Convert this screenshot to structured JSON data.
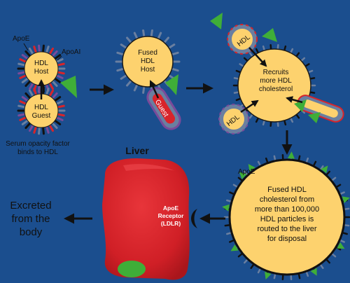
{
  "labels": {
    "apoe_left": "ApoE",
    "apoai": "ApoAI",
    "hdl_host_line1": "HDL",
    "hdl_host_line2": "Host",
    "hdl_guest_line1": "HDL",
    "hdl_guest_line2": "Guest",
    "sof_line1": "Serum opacity factor",
    "sof_line2": "binds to HDL",
    "fused_line1": "Fused",
    "fused_line2": "HDL",
    "fused_line3": "Host",
    "guest_tag": "Guest",
    "hdl_top": "HDL",
    "hdl_bottom": "HDL",
    "recruits_line1": "Recruits",
    "recruits_line2": "more HDL",
    "recruits_line3": "cholesterol",
    "apoe_right": "ApoE",
    "big_line1": "Fused HDL",
    "big_line2": "cholesterol from",
    "big_line3": "more than 100,000",
    "big_line4": "HDL particles is",
    "big_line5": "routed to the liver",
    "big_line6": "for disposal",
    "liver_title": "Liver",
    "receptor_line1": "ApoE",
    "receptor_line2": "Receptor",
    "receptor_line3": "(LDLR)",
    "excreted_line1": "Excreted",
    "excreted_line2": "from the",
    "excreted_line3": "body"
  },
  "colors": {
    "background": "#1b4e8e",
    "particle_fill": "#fdd26e",
    "spike_gray": "#6a7fa0",
    "apoe_black": "#111111",
    "apoai_red": "#d8242a",
    "apoai_purple": "#7a4a9a",
    "sof_green": "#3fae38",
    "liver_red": "#d8232a",
    "liver_dark": "#b71c22",
    "arrow": "#111111"
  }
}
